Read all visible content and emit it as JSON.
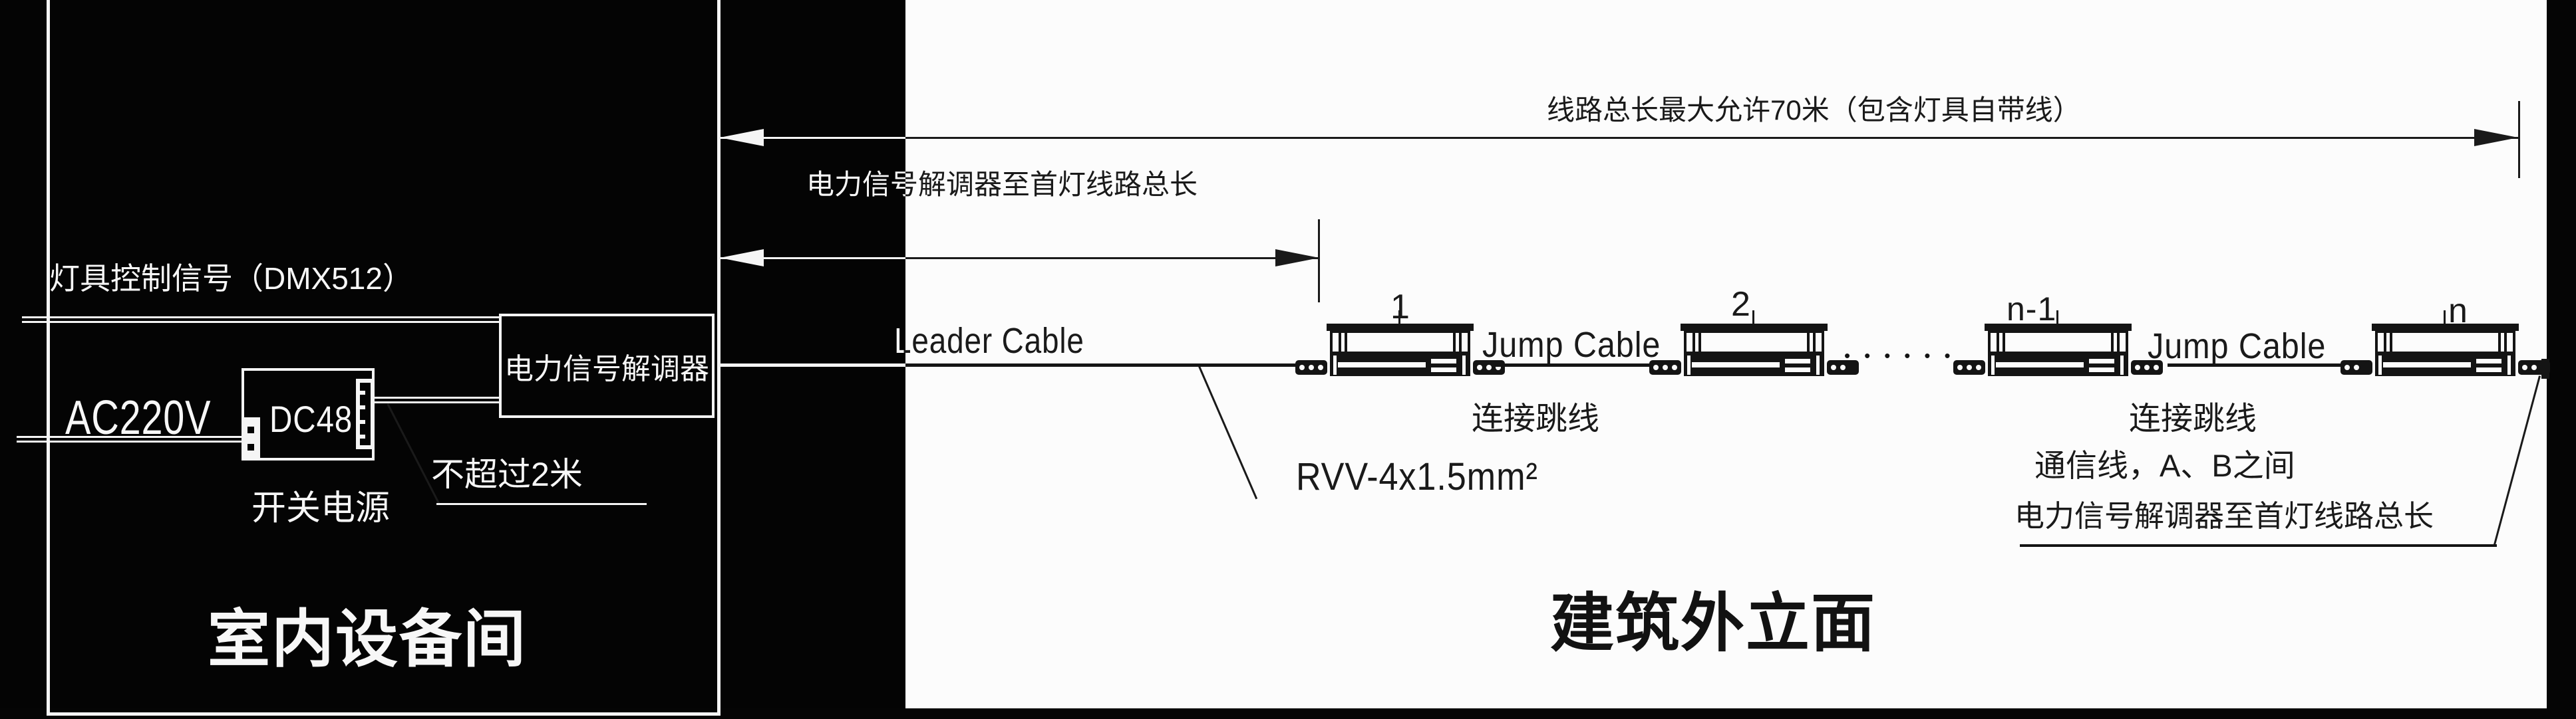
{
  "colors": {
    "panel_black": "#040404",
    "background_white": "#fcfcfc",
    "line_white": "#f5f5f5",
    "line_ink": "#1a1a1a"
  },
  "indoor": {
    "room_label": "室内设备间",
    "dmx_label": "灯具控制信号（DMX512）",
    "ac_label": "AC220V",
    "psu_box_label": "DC48",
    "psu_caption": "开关电源",
    "psu_note": "不超过2米",
    "demodulator_label": "电力信号解调器"
  },
  "outdoor": {
    "facade_label": "建筑外立面",
    "dim_total_label": "线路总长最大允许70米（包含灯具自带线）",
    "dim_to_first_label": "电力信号解调器至首灯线路总长",
    "leader_cable_label": "Leader Cable",
    "jump_cable_label": "Jump Cable",
    "jumper_caption": "连接跳线",
    "rvv_label": "RVV-4x1.5mm²",
    "ellipsis": "••••••",
    "note_line1": "连接跳线",
    "note_line2": "通信线，A、B之间",
    "note_line3": "电力信号解调器至首灯线路总长",
    "lamps": [
      {
        "label": "1"
      },
      {
        "label": "2"
      },
      {
        "label": "n-1"
      },
      {
        "label": "n"
      }
    ]
  }
}
